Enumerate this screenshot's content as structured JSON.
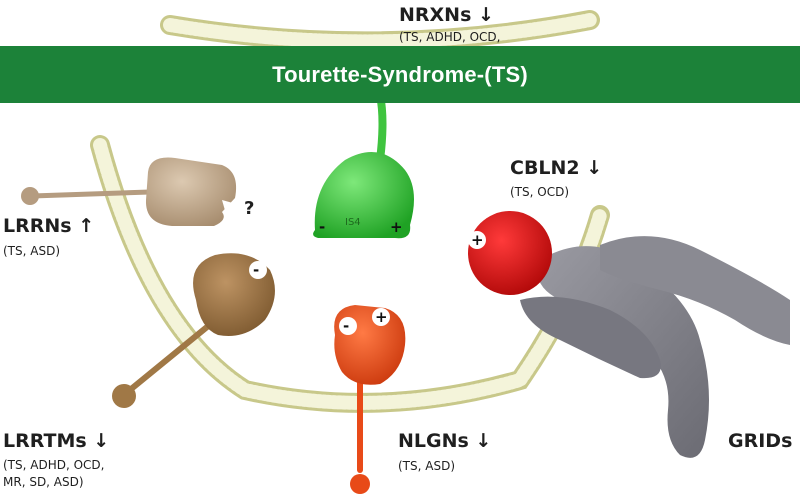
{
  "banner": {
    "title": "Tourette-Syndrome-(TS)"
  },
  "molecules": {
    "nrxns": {
      "name": "NRXNs ↓",
      "disorders": "(TS, ADHD, OCD,"
    },
    "cbln2": {
      "name": "CBLN2 ↓",
      "disorders": "(TS, OCD)"
    },
    "lrrns": {
      "name": "LRRNs ↑",
      "disorders": "(TS, ASD)"
    },
    "lrrtms": {
      "name": "LRRTMs ↓",
      "disorders_line1": "(TS, ADHD, OCD,",
      "disorders_line2": "MR, SD, ASD)"
    },
    "nlgns": {
      "name": "NLGNs ↓",
      "disorders": "(TS, ASD)"
    },
    "grids": {
      "name": "GRIDs"
    }
  },
  "annotations": {
    "question_mark": "?",
    "is4_label": "IS4",
    "minus": "-",
    "plus": "+"
  },
  "colors": {
    "banner": "#1c8239",
    "membrane_fill": "#f1f1d2",
    "membrane_edge": "#c8c88a",
    "nrxn_green": "#3fc43f",
    "cbln2_red": "#d90f0f",
    "grid_gray": "#808088",
    "lrrn_beige": "#c4aa8c",
    "lrrtm_brown": "#a07846",
    "nlgn_orange": "#e84a18"
  }
}
